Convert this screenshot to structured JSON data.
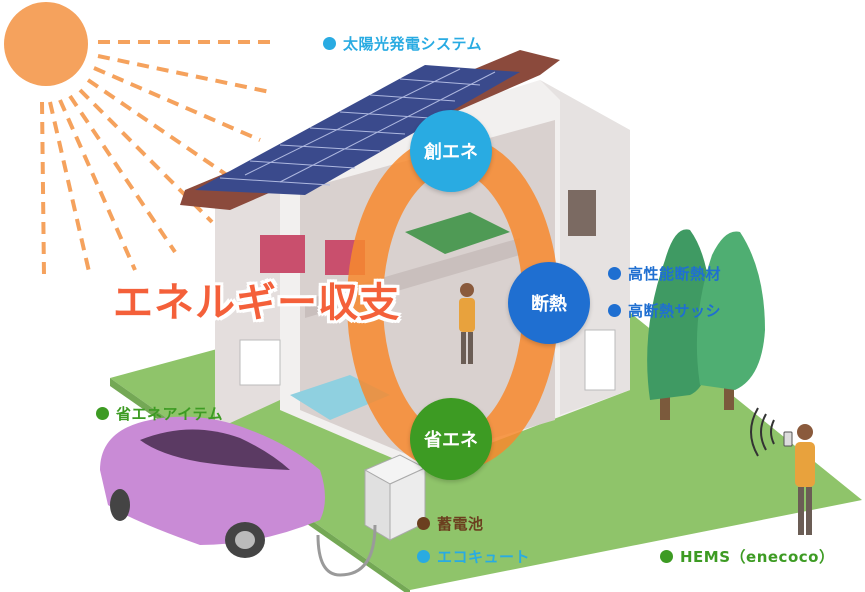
{
  "title": "エネルギー収支",
  "circles": {
    "create": {
      "label": "創エネ",
      "color": "#29abe2"
    },
    "insulate": {
      "label": "断熱",
      "color": "#1f6fd1"
    },
    "save": {
      "label": "省エネ",
      "color": "#3d9b23"
    }
  },
  "labels": {
    "solar": {
      "text": "太陽光発電システム",
      "color": "#29abe2"
    },
    "insulation_material": {
      "text": "高性能断熱材",
      "color": "#1f6fd1"
    },
    "insulated_sash": {
      "text": "高断熱サッシ",
      "color": "#1f6fd1"
    },
    "eco_items": {
      "text": "省エネアイテム",
      "color": "#3d9b23"
    },
    "battery": {
      "text": "蓄電池",
      "color": "#6b3f1f"
    },
    "ecocute": {
      "text": "エコキュート",
      "color": "#29abe2"
    },
    "hems": {
      "text": "HEMS（enecoco）",
      "color": "#3d9b23"
    }
  },
  "colors": {
    "sun": "#f5a25d",
    "grass": "#8fc46a",
    "wall": "#f2f0ef",
    "roof": "#8b4a3c",
    "solar_panel": "#3a4a8c",
    "energy_ring": "#f78a2e",
    "car": "#c98bd6",
    "tree": "#3f9a63"
  }
}
